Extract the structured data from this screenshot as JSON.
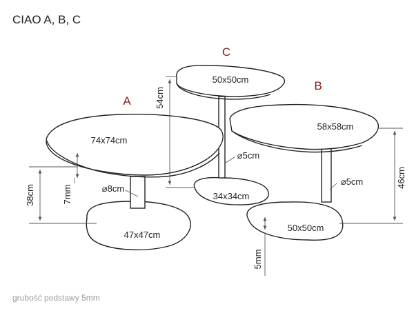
{
  "title": "CIAO A, B, C",
  "tables": [
    {
      "letter": "A",
      "top": "74x74cm",
      "base": "47x47cm",
      "pillar": "⌀8cm"
    },
    {
      "letter": "B",
      "top": "58x58cm",
      "base": "50x50cm",
      "pillar": "⌀5cm"
    },
    {
      "letter": "C",
      "top": "50x50cm",
      "base": "34x34cm",
      "pillar": "⌀5cm"
    }
  ],
  "heights": {
    "a_height": "38cm",
    "a_top_thickness": "7mm",
    "b_height": "46cm",
    "c_height": "54cm",
    "base_thickness": "5mm"
  },
  "note": "grubość podstawy 5mm",
  "colors": {
    "line": "#222222",
    "letter": "#8b1a1a",
    "note": "#9a9a9a",
    "background": "#ffffff"
  }
}
